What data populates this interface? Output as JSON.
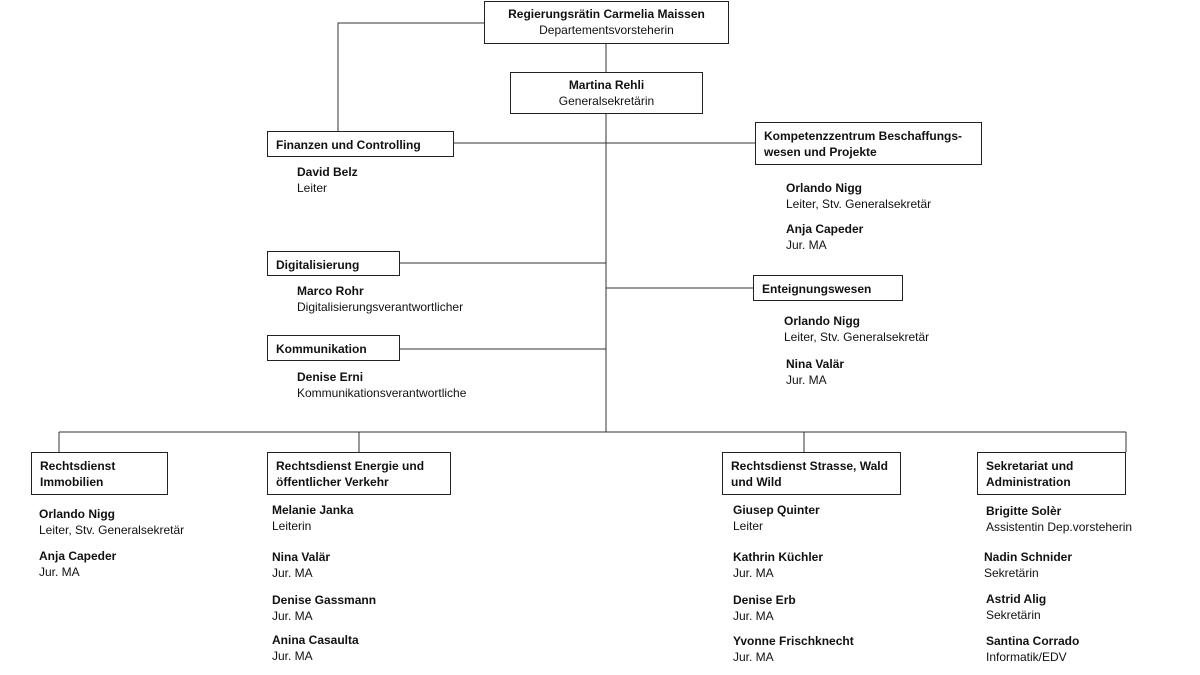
{
  "top": {
    "name": "Regierungsrätin Carmelia Maissen",
    "role": "Departementsvorsteherin"
  },
  "secretary_general": {
    "name": "Martina Rehli",
    "role": "Generalsekretärin"
  },
  "units": {
    "finanzen": {
      "title": "Finanzen und Controlling",
      "people": [
        {
          "name": "David Belz",
          "role": "Leiter"
        }
      ]
    },
    "digital": {
      "title": "Digitalisierung",
      "people": [
        {
          "name": "Marco Rohr",
          "role": "Digitalisierungsverantwortlicher"
        }
      ]
    },
    "kommunikation": {
      "title": "Kommunikation",
      "people": [
        {
          "name": "Denise Erni",
          "role": "Kommunikationsverantwortliche"
        }
      ]
    },
    "kompetenz": {
      "title_line1": "Kompetenzzentrum Beschaffungs-",
      "title_line2": "wesen und Projekte",
      "people": [
        {
          "name": "Orlando Nigg",
          "role": "Leiter, Stv. Generalsekretär"
        },
        {
          "name": "Anja Capeder",
          "role": "Jur. MA"
        }
      ]
    },
    "enteignung": {
      "title": "Enteignungswesen",
      "people": [
        {
          "name": "Orlando Nigg",
          "role": "Leiter, Stv. Generalsekretär"
        },
        {
          "name": "Nina Valär",
          "role": "Jur. MA"
        }
      ]
    },
    "immobilien": {
      "title_line1": "Rechtsdienst",
      "title_line2": "Immobilien",
      "people": [
        {
          "name": "Orlando Nigg",
          "role": "Leiter, Stv. Generalsekretär"
        },
        {
          "name": "Anja Capeder",
          "role": "Jur. MA"
        }
      ]
    },
    "energie": {
      "title_line1": "Rechtsdienst Energie und",
      "title_line2": "öffentlicher Verkehr",
      "people": [
        {
          "name": "Melanie Janka",
          "role": "Leiterin"
        },
        {
          "name": "Nina Valär",
          "role": "Jur. MA"
        },
        {
          "name": "Denise Gassmann",
          "role": "Jur. MA"
        },
        {
          "name": "Anina Casaulta",
          "role": "Jur. MA"
        }
      ]
    },
    "strasse": {
      "title_line1": "Rechtsdienst Strasse, Wald",
      "title_line2": "und Wild",
      "people": [
        {
          "name": "Giusep Quinter",
          "role": "Leiter"
        },
        {
          "name": "Kathrin Küchler",
          "role": "Jur. MA"
        },
        {
          "name": "Denise Erb",
          "role": "Jur. MA"
        },
        {
          "name": "Yvonne Frischknecht",
          "role": "Jur. MA"
        }
      ]
    },
    "sekretariat": {
      "title_line1": "Sekretariat und",
      "title_line2": "Administration",
      "people": [
        {
          "name": "Brigitte Solèr",
          "role": "Assistentin Dep.vorsteherin"
        },
        {
          "name": "Nadin Schnider",
          "role": "Sekretärin"
        },
        {
          "name": "Astrid Alig",
          "role": "Sekretärin"
        },
        {
          "name": "Santina Corrado",
          "role": "Informatik/EDV"
        }
      ]
    }
  }
}
